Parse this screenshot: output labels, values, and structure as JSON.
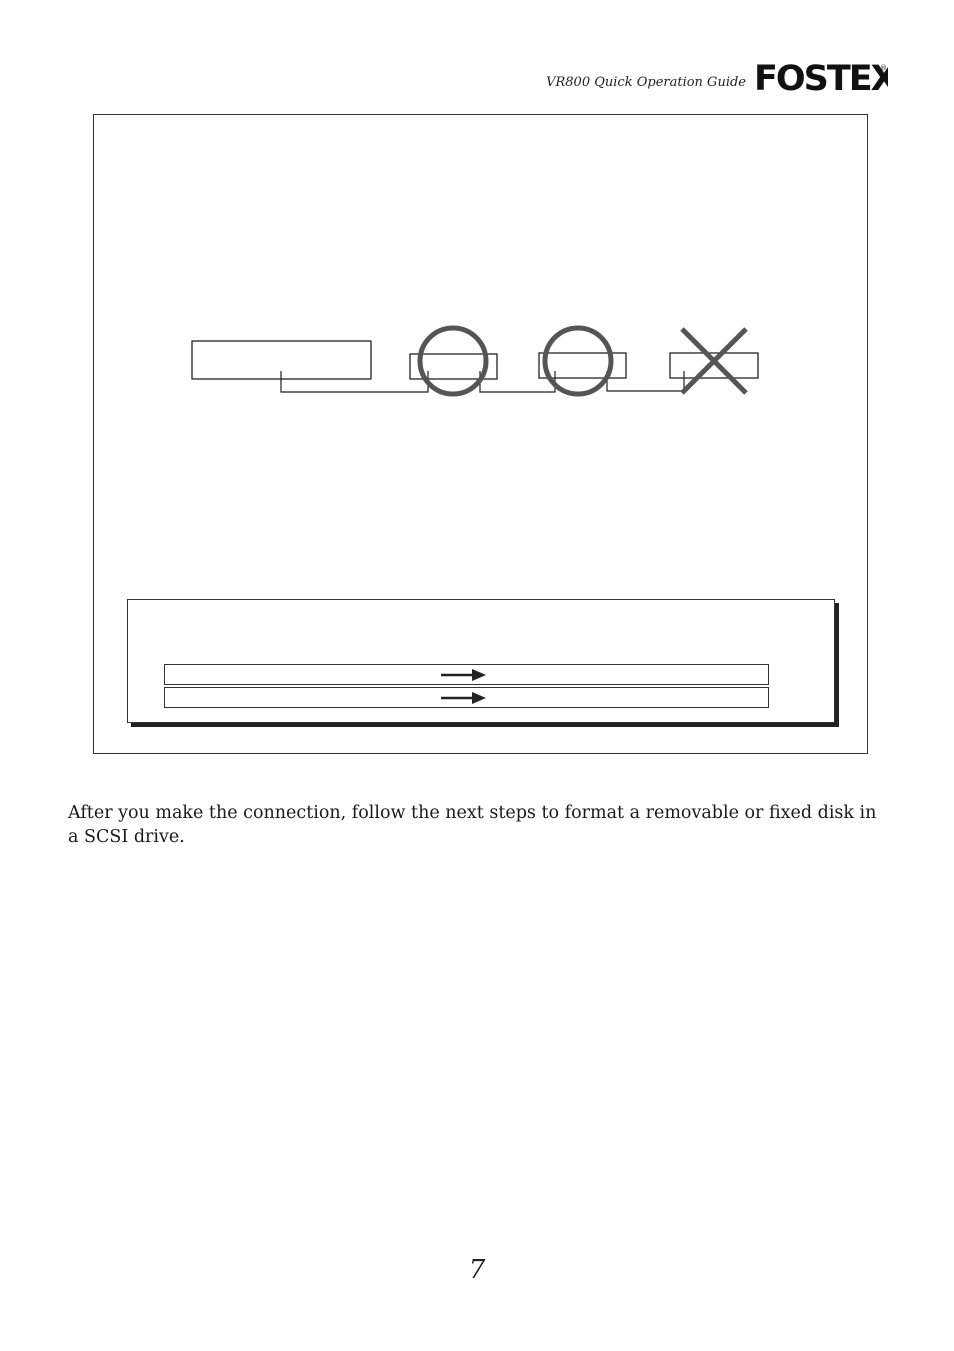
{
  "header": {
    "guide_title": "VR800 Quick Operation Guide",
    "logo_text": "FOSTEX",
    "logo_icon": "fostex-logo"
  },
  "diagram": {
    "devices": [
      {
        "id": "recorder",
        "mark": "none"
      },
      {
        "id": "drive-1",
        "mark": "circle"
      },
      {
        "id": "drive-2",
        "mark": "circle"
      },
      {
        "id": "drive-3",
        "mark": "cross"
      }
    ],
    "icons": [
      "ok-circle-icon",
      "ok-circle-icon",
      "ng-cross-icon"
    ]
  },
  "table": {
    "rows": [
      {
        "arrow_icon": "right-arrow-icon"
      },
      {
        "arrow_icon": "right-arrow-icon"
      }
    ]
  },
  "body": {
    "paragraph": "After you make the connection, follow the next steps to format a removable or fixed disk in a SCSI drive."
  },
  "footer": {
    "page_number": "7"
  },
  "colors": {
    "ink": "#1a1a1a",
    "mark_gray": "#555555"
  }
}
